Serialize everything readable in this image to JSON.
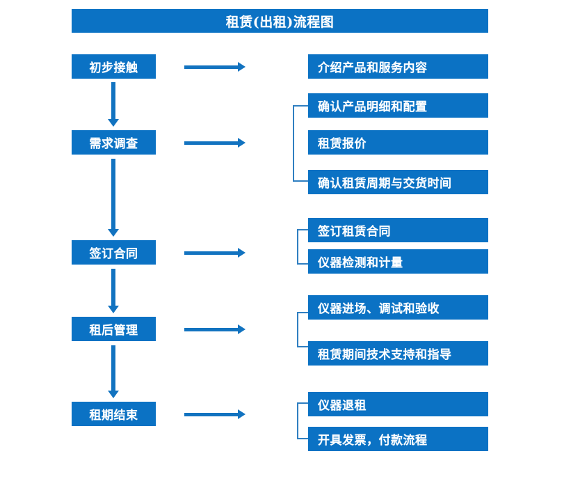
{
  "diagram": {
    "title": "租赁(出租)流程图",
    "accent_color": "#0b72c4",
    "arrow_color": "#1273c0",
    "bracket_color": "#2f7fc1",
    "text_color": "#ffffff",
    "background_color": "#ffffff"
  },
  "stages": [
    {
      "id": "stage-1",
      "label": "初步接触"
    },
    {
      "id": "stage-2",
      "label": "需求调查"
    },
    {
      "id": "stage-3",
      "label": "签订合同"
    },
    {
      "id": "stage-4",
      "label": "租后管理"
    },
    {
      "id": "stage-5",
      "label": "租期结束"
    }
  ],
  "details": {
    "group_1": [
      {
        "label": "介绍产品和服务内容"
      }
    ],
    "group_2": [
      {
        "label": "确认产品明细和配置"
      },
      {
        "label": "租赁报价"
      },
      {
        "label": "确认租赁周期与交货时间"
      }
    ],
    "group_3": [
      {
        "label": "签订租赁合同"
      },
      {
        "label": "仪器检测和计量"
      }
    ],
    "group_4": [
      {
        "label": "仪器进场、调试和验收"
      },
      {
        "label": "租赁期间技术支持和指导"
      }
    ],
    "group_5": [
      {
        "label": "仪器退租"
      },
      {
        "label": "开具发票，付款流程"
      }
    ]
  }
}
